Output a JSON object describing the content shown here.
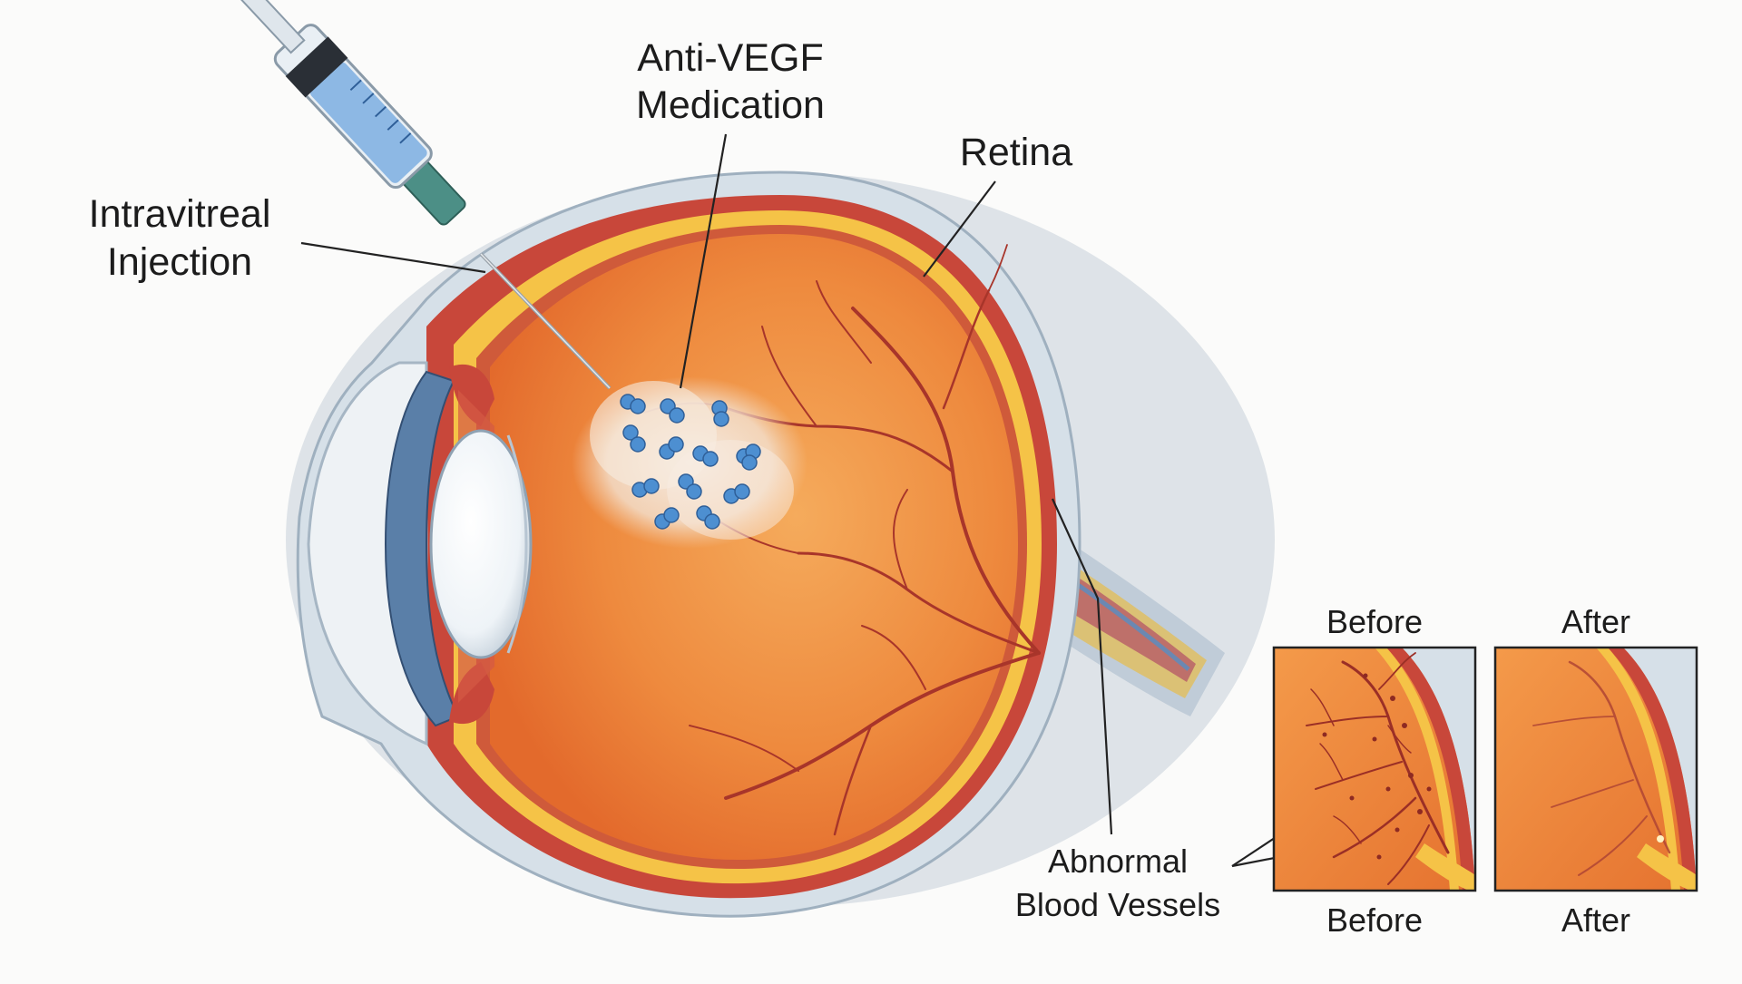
{
  "labels": {
    "medication_line1": "Anti-VEGF",
    "medication_line2": "Medication",
    "injection_line1": "Intravitreal",
    "injection_line2": "Injection",
    "retina": "Retina",
    "vessels_line1": "Abnormal",
    "vessels_line2": "Blood Vessels"
  },
  "panels": {
    "before_top": "Before",
    "after_top": "After",
    "before_bottom": "Before",
    "after_bottom": "After"
  },
  "colors": {
    "sclera": "#d3dde6",
    "choroid": "#c9473a",
    "retina_layer": "#f5c347",
    "vitreous": "#ee8a3e",
    "vessel": "#a8352a",
    "medication": "#4d8fd1",
    "lens": "#eef3f7",
    "syringe_fluid": "#8db8e4"
  }
}
